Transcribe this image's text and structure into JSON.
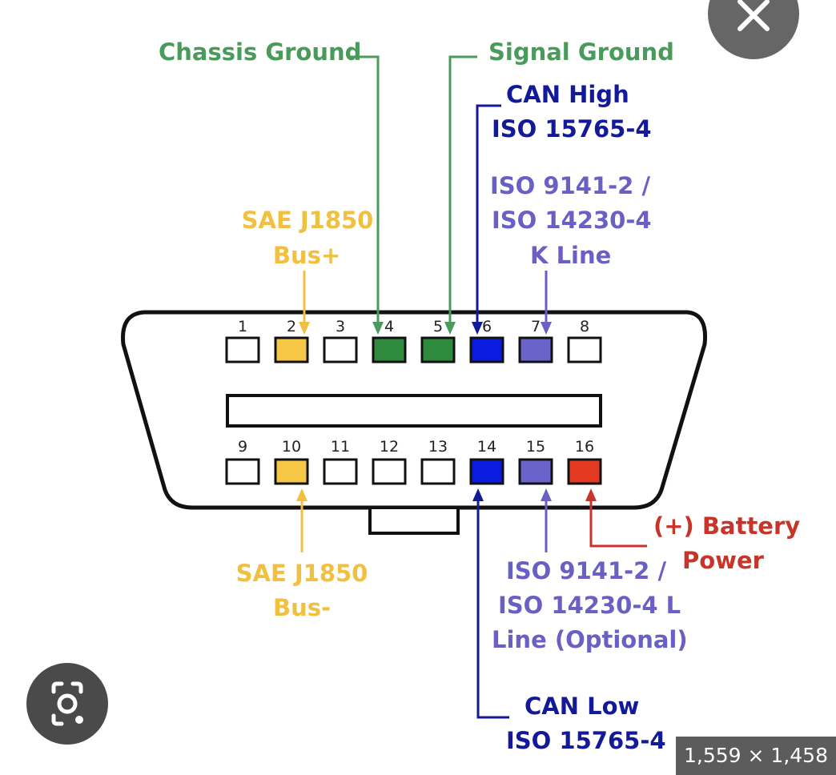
{
  "connector": {
    "top_pins": [
      {
        "num": "1",
        "color": "#ffffff"
      },
      {
        "num": "2",
        "color": "#f6c744"
      },
      {
        "num": "3",
        "color": "#ffffff"
      },
      {
        "num": "4",
        "color": "#2e8b3e"
      },
      {
        "num": "5",
        "color": "#2e8b3e"
      },
      {
        "num": "6",
        "color": "#0a1ce0"
      },
      {
        "num": "7",
        "color": "#6a63cc"
      },
      {
        "num": "8",
        "color": "#ffffff"
      }
    ],
    "bottom_pins": [
      {
        "num": "9",
        "color": "#ffffff"
      },
      {
        "num": "10",
        "color": "#f6c744"
      },
      {
        "num": "11",
        "color": "#ffffff"
      },
      {
        "num": "12",
        "color": "#ffffff"
      },
      {
        "num": "13",
        "color": "#ffffff"
      },
      {
        "num": "14",
        "color": "#0a1ce0"
      },
      {
        "num": "15",
        "color": "#6a63cc"
      },
      {
        "num": "16",
        "color": "#e53a22"
      }
    ]
  },
  "labels": {
    "chassis_ground": "Chassis Ground",
    "signal_ground": "Signal Ground",
    "can_high_1": "CAN High",
    "can_high_2": "ISO 15765-4",
    "kline_1": "ISO 9141-2 /",
    "kline_2": "ISO 14230-4",
    "kline_3": "K Line",
    "sae_plus_1": "SAE J1850",
    "sae_plus_2": "Bus+",
    "sae_minus_1": "SAE J1850",
    "sae_minus_2": "Bus-",
    "lline_1": "ISO 9141-2 /",
    "lline_2": "ISO 14230-4 L",
    "lline_3": "Line (Optional)",
    "battery_1": "(+) Battery",
    "battery_2": "Power",
    "can_low_1": "CAN Low",
    "can_low_2": "ISO 15765-4"
  },
  "colors": {
    "green": "#4a9a5c",
    "blue": "#121a9a",
    "purple": "#6a5fc4",
    "yellow": "#f1c040",
    "red": "#c8342a"
  },
  "overlay": {
    "close_icon": "close-icon",
    "lens_icon": "lens-icon",
    "dimensions": "1,559 × 1,458"
  }
}
